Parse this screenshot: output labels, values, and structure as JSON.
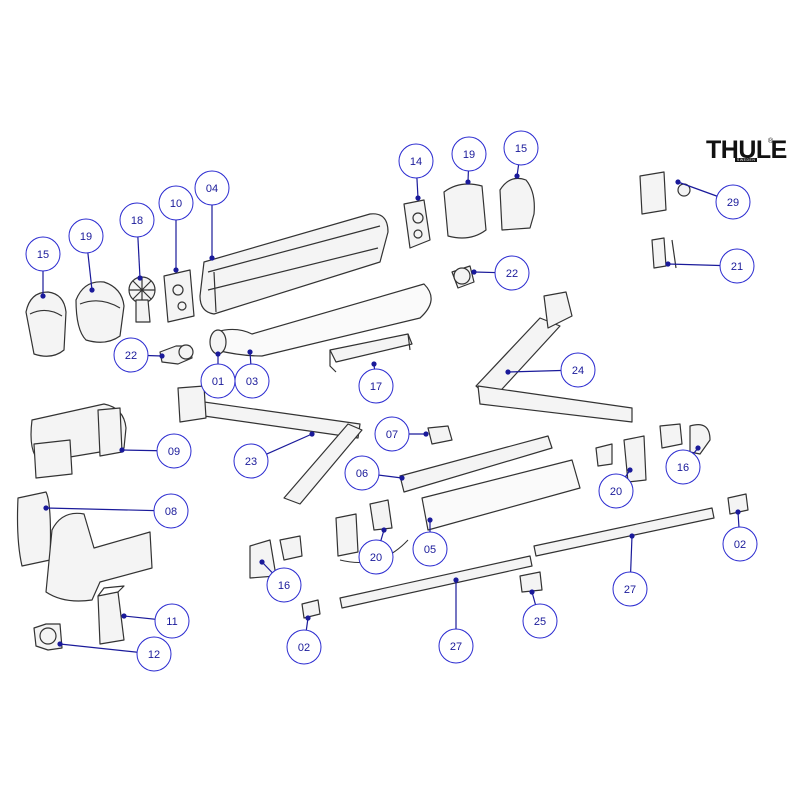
{
  "brand": {
    "name": "THULE",
    "registered": "®",
    "sub": "SWEDEN"
  },
  "colors": {
    "callout_stroke": "#2a2ad0",
    "callout_text": "#1a1a9a",
    "leader": "#1a1a9a",
    "part_stroke": "#333333"
  },
  "callouts": [
    "15",
    "19",
    "18",
    "10",
    "04",
    "22",
    "01",
    "03",
    "17",
    "14",
    "19",
    "15",
    "22",
    "24",
    "29",
    "21",
    "09",
    "23",
    "07",
    "06",
    "16",
    "20",
    "16",
    "20",
    "05",
    "08",
    "11",
    "12",
    "02",
    "02",
    "27",
    "25",
    "27"
  ]
}
